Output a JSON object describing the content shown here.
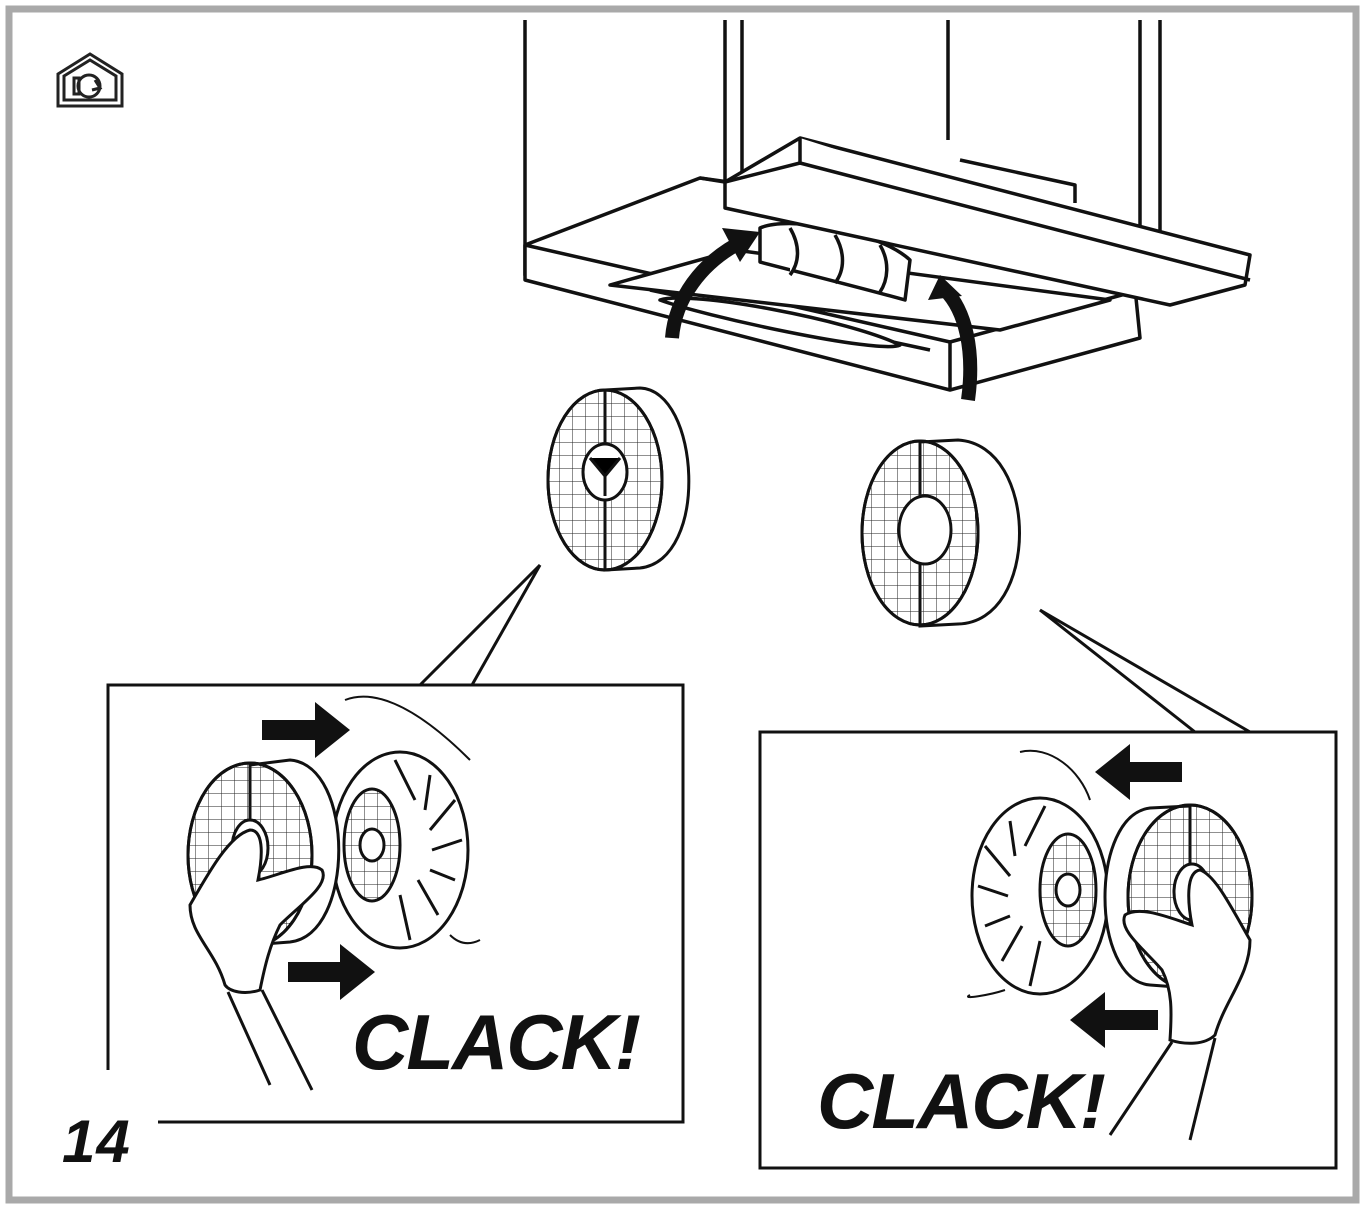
{
  "figure": {
    "step_number": "14",
    "left_panel": {
      "sound_label": "CLACK!"
    },
    "right_panel": {
      "sound_label": "CLACK!"
    },
    "icons": {
      "top_left": "recirculation-mode-icon",
      "arrows_up": "insert-arrow-icon",
      "push_arrows": "push-arrow-icon"
    },
    "colors": {
      "ink": "#111111",
      "frame": "#a9a9a9",
      "background": "#ffffff"
    }
  }
}
